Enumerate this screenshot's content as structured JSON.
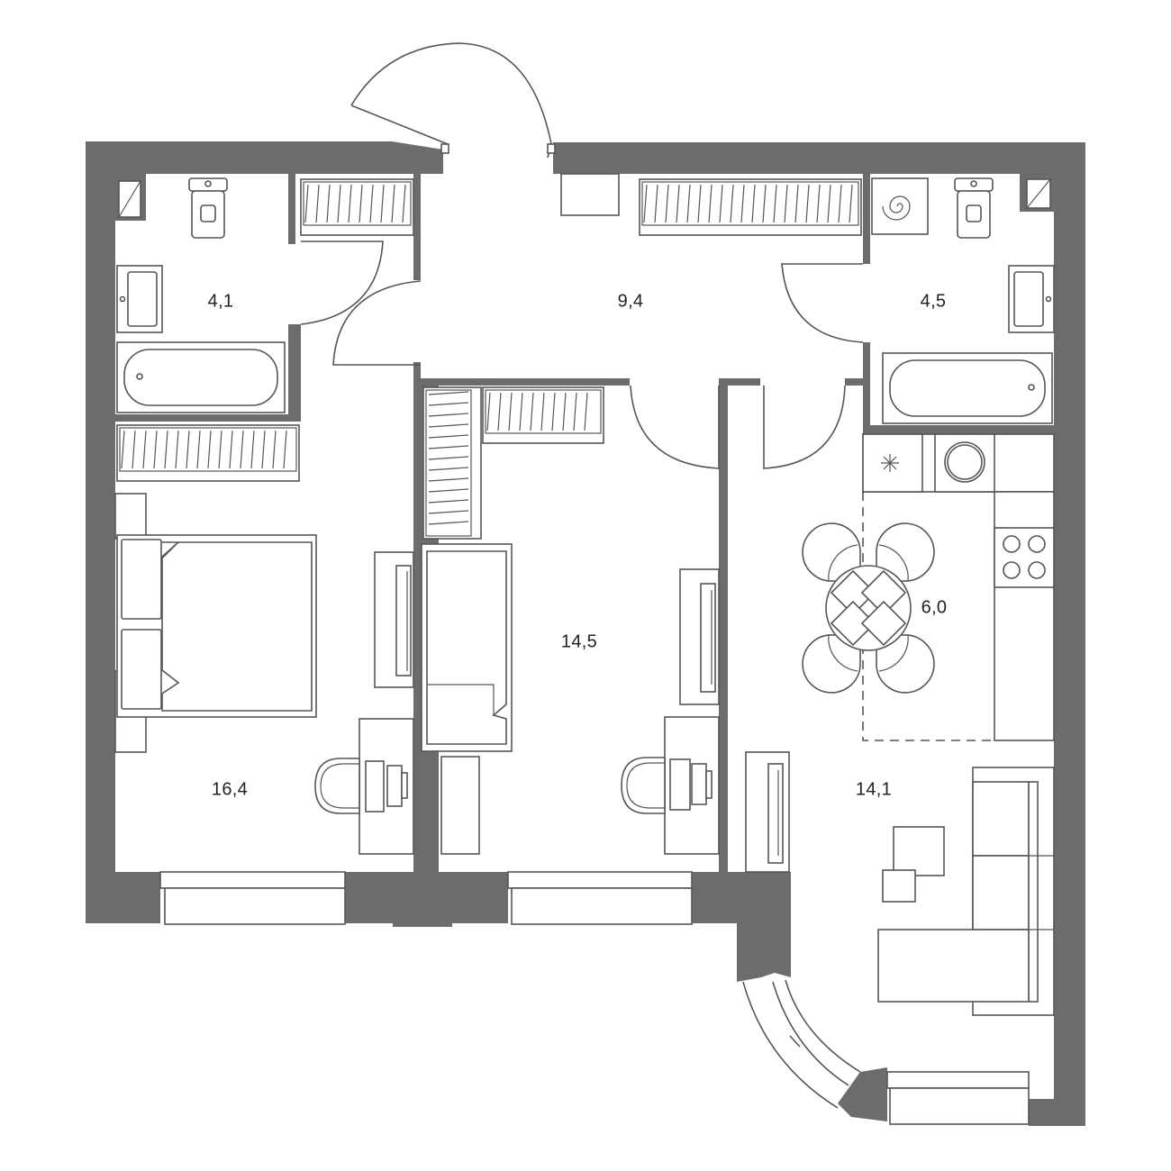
{
  "colors": {
    "wall": "#6b6d6b",
    "line": "#555555",
    "text": "#222222"
  },
  "rooms": {
    "bath_left": {
      "area": "4,1"
    },
    "hall": {
      "area": "9,4"
    },
    "bath_right": {
      "area": "4,5"
    },
    "bedroom_left": {
      "area": "16,4"
    },
    "bedroom_middle": {
      "area": "14,5"
    },
    "kitchen": {
      "area": "6,0"
    },
    "living": {
      "area": "14,1"
    }
  },
  "icons": [
    "toilet-icon",
    "sink-icon",
    "bathtub-icon",
    "wardrobe-icon",
    "bed-icon",
    "tv-icon",
    "desk-icon",
    "chair-icon",
    "washing-machine-icon",
    "stove-icon",
    "dining-table-icon",
    "sofa-icon",
    "door-icon",
    "window-icon",
    "ventilation-icon",
    "fridge-icon",
    "boiler-icon"
  ]
}
